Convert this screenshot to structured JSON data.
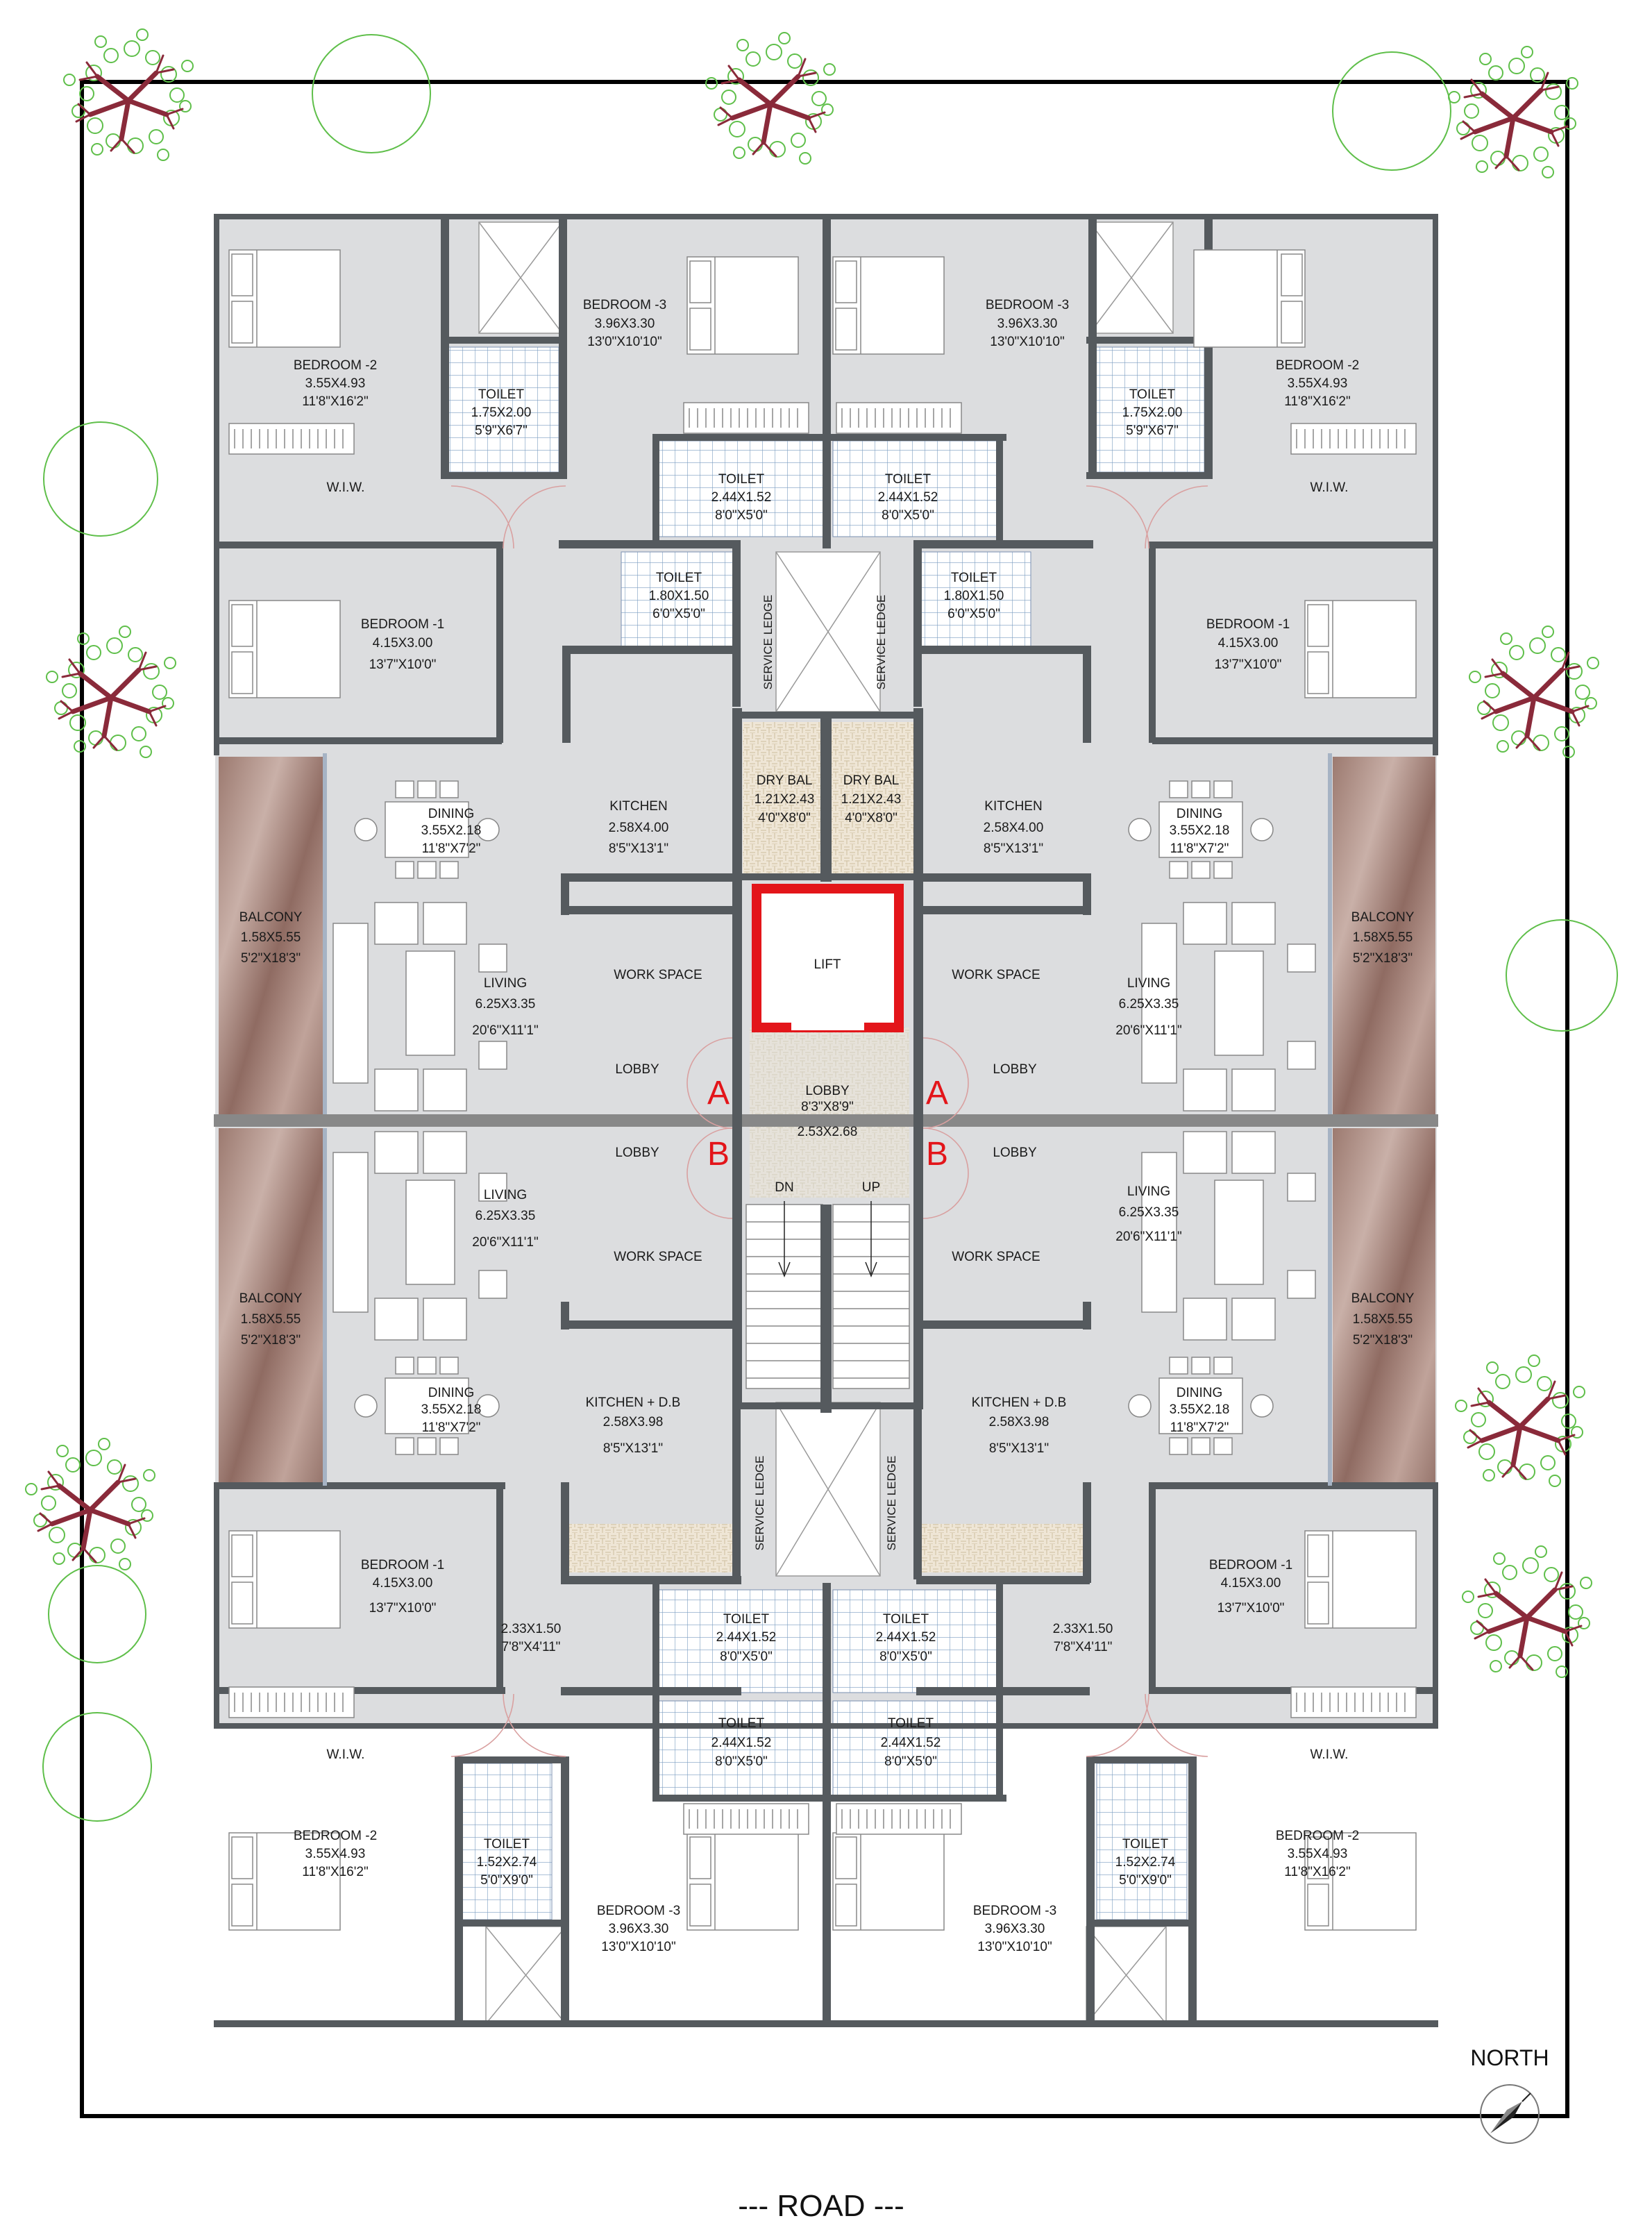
{
  "plan": {
    "road_label": "--- ROAD ---",
    "north_label": "NORTH",
    "section_marks": [
      "A",
      "A",
      "B",
      "B"
    ],
    "colors": {
      "lift_outline": "#e3151a",
      "section_marks": "#e3151a",
      "wall": "#555a5e",
      "floor": "#dcdddf",
      "balcony": "#a0827a",
      "tree_branches": "#8a2a3a",
      "tree_leaves": "#5fbf4a"
    },
    "core": {
      "lift": "LIFT",
      "lobby": [
        "LOBBY",
        "8'3\"X8'9\"",
        "2.53X2.68"
      ],
      "stair_down": "DN",
      "stair_up": "UP",
      "service_ledge": "SERVICE LEDGE",
      "dry_bal": [
        "DRY BAL",
        "1.21X2.43",
        "4'0\"X8'0\""
      ]
    },
    "upper_flats": {
      "bedroom2": [
        "BEDROOM -2",
        "3.55X4.93",
        "11'8\"X16'2\""
      ],
      "wiw": "W.I.W.",
      "toilet_small": [
        "TOILET",
        "1.75X2.00",
        "5'9\"X6'7\""
      ],
      "bedroom3": [
        "BEDROOM -3",
        "3.96X3.30",
        "13'0\"X10'10\""
      ],
      "toilet_mid": [
        "TOILET",
        "2.44X1.52",
        "8'0\"X5'0\""
      ],
      "toilet_inner": [
        "TOILET",
        "1.80X1.50",
        "6'0\"X5'0\""
      ],
      "bedroom1": [
        "BEDROOM -1",
        "4.15X3.00",
        "13'7\"X10'0\""
      ],
      "dining": [
        "DINING",
        "3.55X2.18",
        "11'8\"X7'2\""
      ],
      "kitchen": [
        "KITCHEN",
        "2.58X4.00",
        "8'5\"X13'1\""
      ],
      "balcony": [
        "BALCONY",
        "1.58X5.55",
        "5'2\"X18'3\""
      ],
      "living": [
        "LIVING",
        "6.25X3.35",
        "20'6\"X11'1\""
      ],
      "work_space": "WORK SPACE",
      "lobby": "LOBBY"
    },
    "lower_flats": {
      "lobby": "LOBBY",
      "living": [
        "LIVING",
        "6.25X3.35",
        "20'6\"X11'1\""
      ],
      "work_space": "WORK SPACE",
      "balcony": [
        "BALCONY",
        "1.58X5.55",
        "5'2\"X18'3\""
      ],
      "dining": [
        "DINING",
        "3.55X2.18",
        "11'8\"X7'2\""
      ],
      "kitchen": [
        "KITCHEN + D.B",
        "2.58X3.98",
        "8'5\"X13'1\""
      ],
      "bedroom1": [
        "BEDROOM -1",
        "4.15X3.00",
        "13'7\"X10'0\""
      ],
      "passage": [
        "2.33X1.50",
        "7'8\"X4'11\""
      ],
      "toilet_mid": [
        "TOILET",
        "2.44X1.52",
        "8'0\"X5'0\""
      ],
      "wiw": "W.I.W.",
      "bedroom2": [
        "BEDROOM -2",
        "3.55X4.93",
        "11'8\"X16'2\""
      ],
      "toilet_small": [
        "TOILET",
        "1.52X2.74",
        "5'0\"X9'0\""
      ],
      "bedroom3": [
        "BEDROOM -3",
        "3.96X3.30",
        "13'0\"X10'10\""
      ]
    }
  }
}
